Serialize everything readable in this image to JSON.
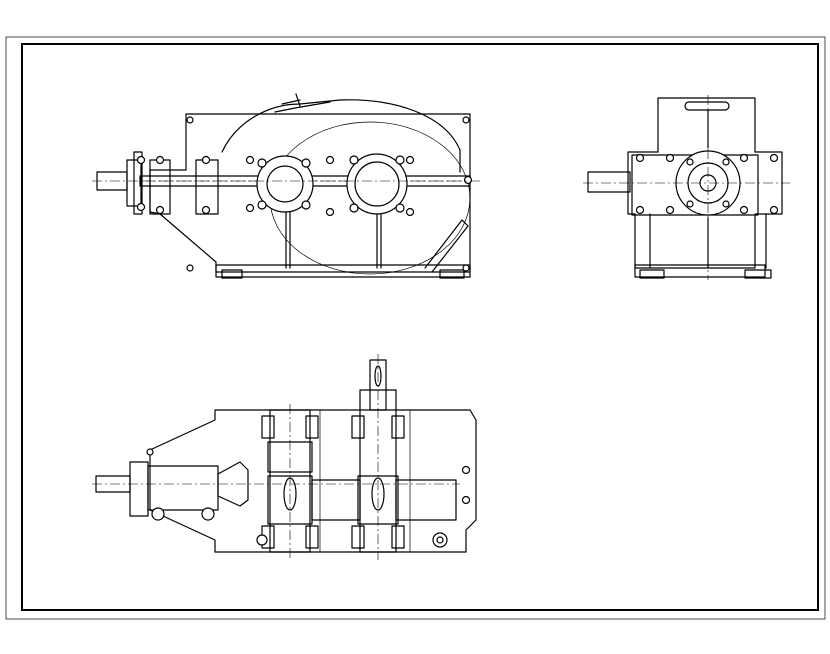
{
  "drawing": {
    "views": [
      "front-view",
      "side-view",
      "top-section-view"
    ],
    "stroke_color": "#000000",
    "background_color": "#ffffff"
  }
}
